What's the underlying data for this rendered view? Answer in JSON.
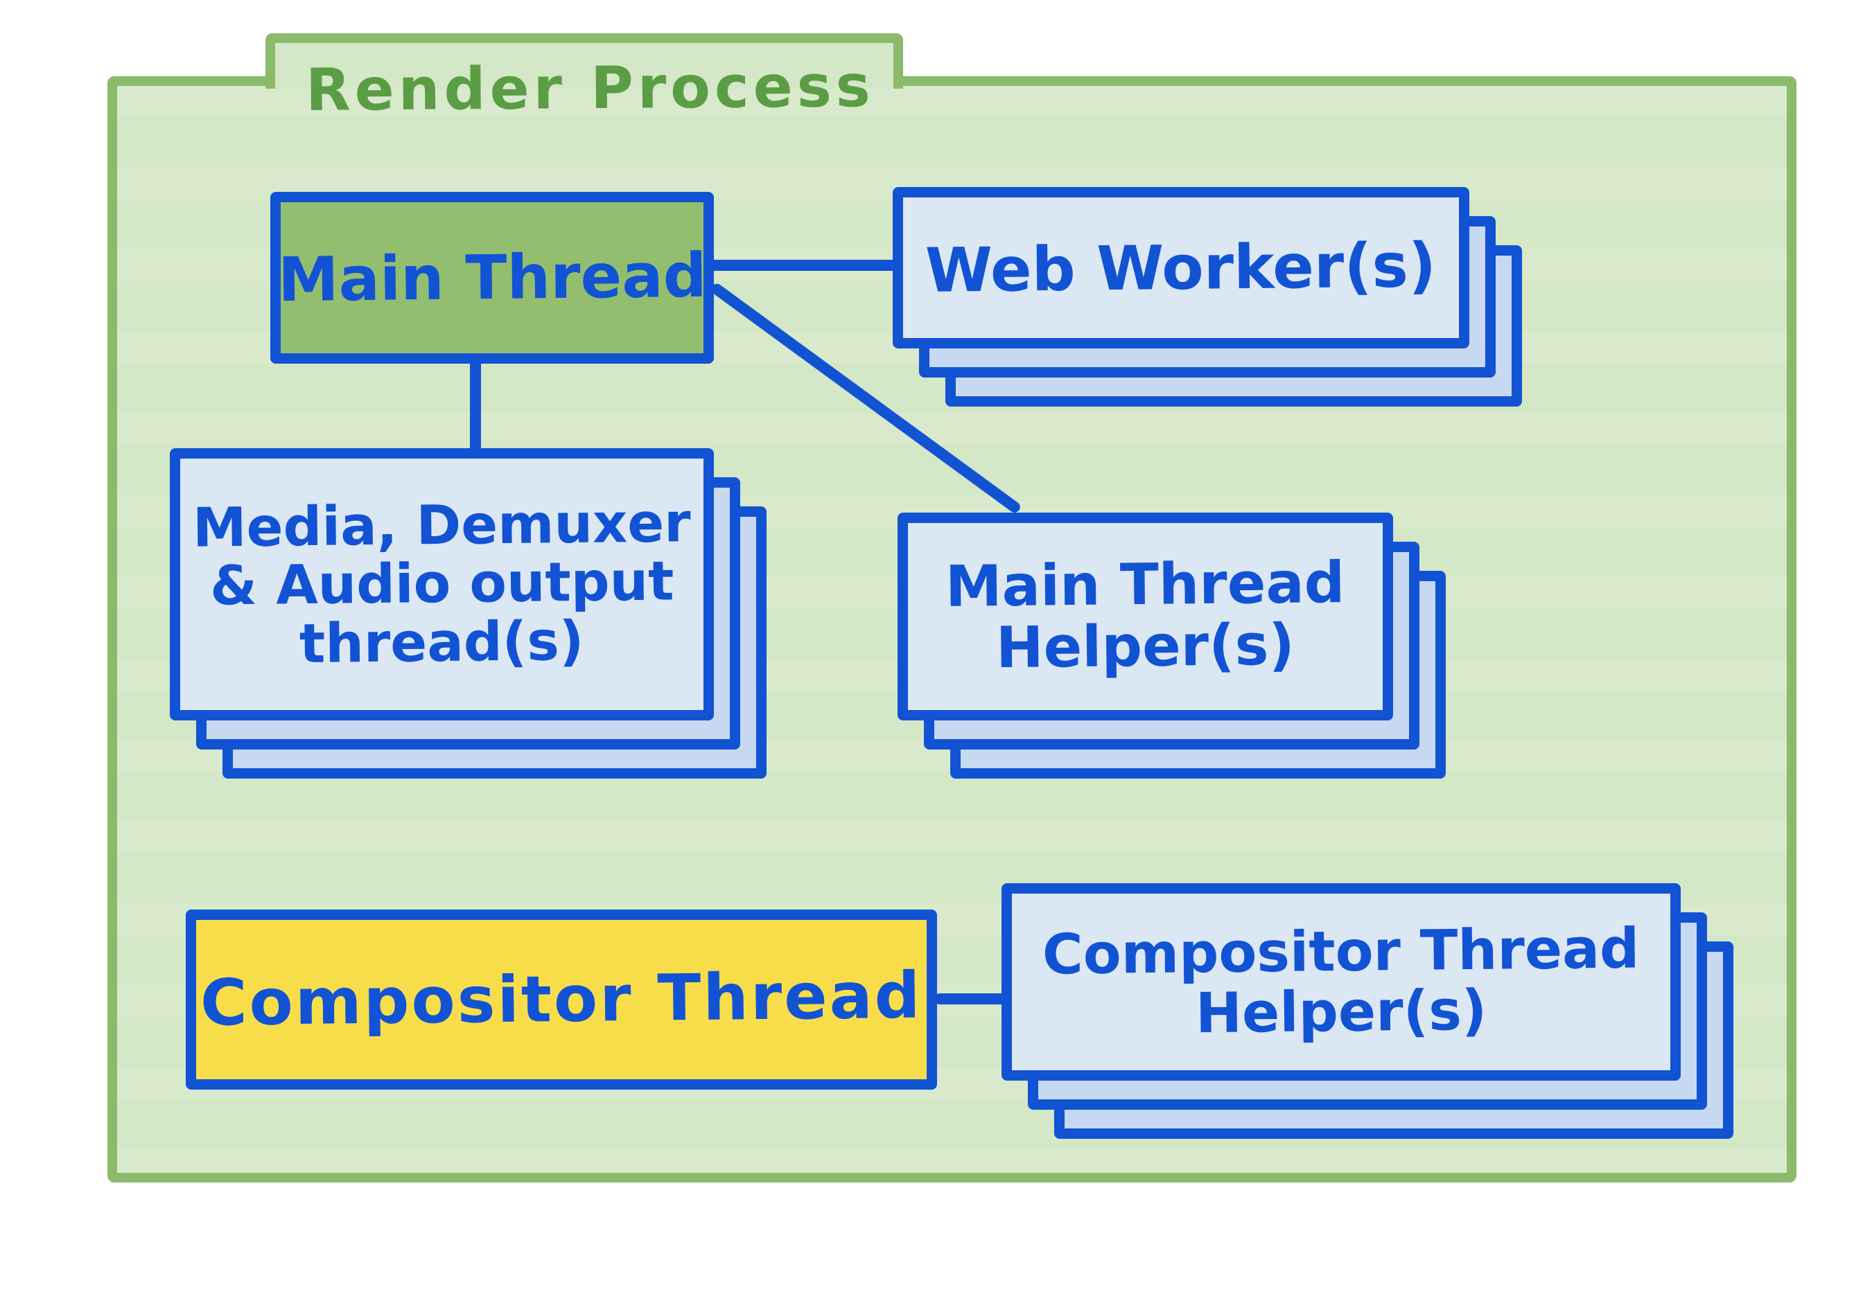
{
  "title": "Render Process",
  "nodes": {
    "main_thread": {
      "label": "Main Thread"
    },
    "web_workers": {
      "label": "Web Worker(s)"
    },
    "media_threads": {
      "lines": [
        "Media, Demuxer",
        "& Audio output",
        "thread(s)"
      ]
    },
    "main_thread_helpers": {
      "lines": [
        "Main Thread",
        "Helper(s)"
      ]
    },
    "compositor_thread": {
      "label": "Compositor Thread"
    },
    "compositor_thread_helpers": {
      "lines": [
        "Compositor Thread",
        "Helper(s)"
      ]
    }
  },
  "edges": [
    {
      "from": "main_thread",
      "to": "web_workers"
    },
    {
      "from": "main_thread",
      "to": "media_threads"
    },
    {
      "from": "main_thread",
      "to": "main_thread_helpers"
    },
    {
      "from": "compositor_thread",
      "to": "compositor_thread_helpers"
    }
  ],
  "colors": {
    "page_bg": "#FFFFFF",
    "container_fill": "#D4E7C6",
    "container_border": "#8CBA6B",
    "title_text": "#5B9D45",
    "blue": "#1253D4",
    "main_thread_fill": "#93BE70",
    "card_front_fill": "#DCE7F4",
    "card_back_fill": "#C7D9F0",
    "compositor_fill": "#F8DD4B"
  }
}
